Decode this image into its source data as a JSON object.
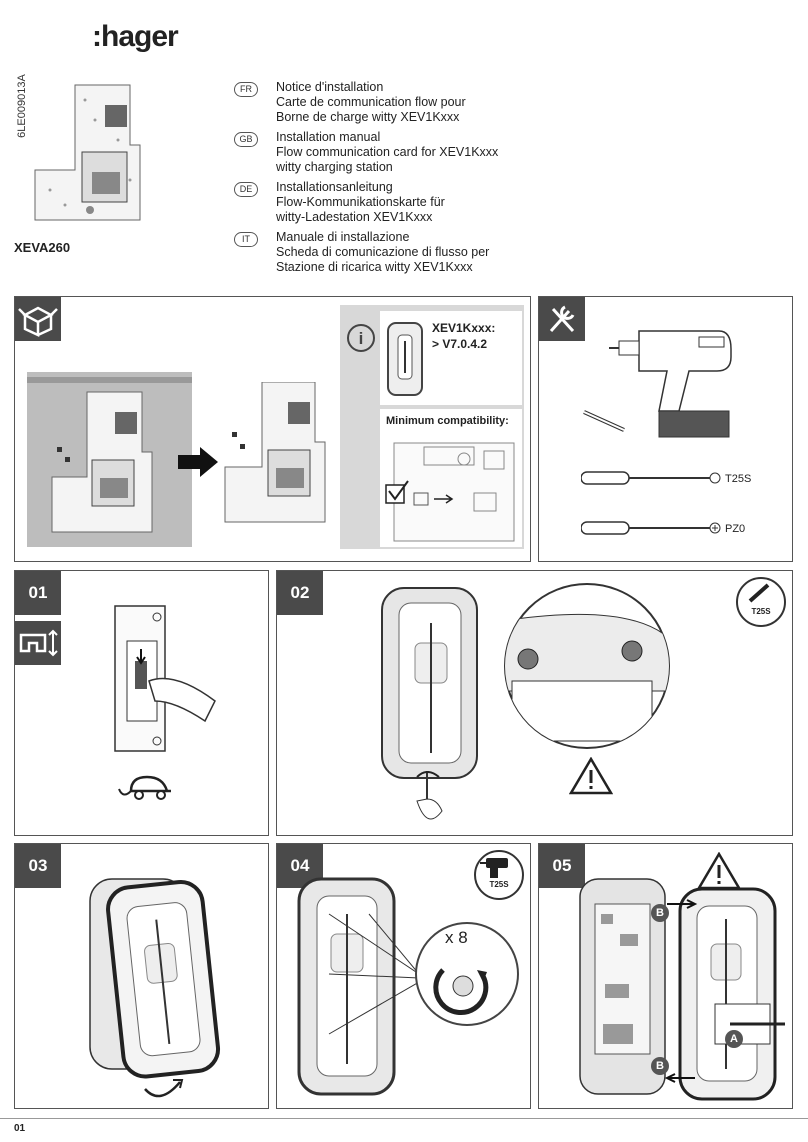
{
  "brand": {
    "logo": ":hager"
  },
  "document": {
    "id": "6LE009013A",
    "reference": "XEVA260",
    "page_number": "01"
  },
  "languages": [
    {
      "code": "FR",
      "lines": [
        "Notice d'installation",
        "Carte de communication flow pour",
        "Borne de charge witty XEV1Kxxx"
      ]
    },
    {
      "code": "GB",
      "lines": [
        "Installation manual",
        "Flow communication card for XEV1Kxxx",
        "witty charging station"
      ]
    },
    {
      "code": "DE",
      "lines": [
        "Installationsanleitung",
        "Flow-Kommunikationskarte für",
        "witty-Ladestation XEV1Kxxx"
      ]
    },
    {
      "code": "IT",
      "lines": [
        "Manuale di installazione",
        "Scheda di comunicazione di flusso per",
        "Stazione di ricarica witty XEV1Kxxx"
      ]
    }
  ],
  "info_panel": {
    "model": "XEV1Kxxx:",
    "version": "> V7.0.4.2",
    "compat_label": "Minimum compatibility:"
  },
  "tools": {
    "t25": "T25S",
    "pz": "PZ0"
  },
  "steps": {
    "s01": "01",
    "s02": "02",
    "s03": "03",
    "s04": "04",
    "s05": "05",
    "s02_tool": "T25S",
    "s04_tool": "T25S",
    "s04_count": "x 8",
    "s05_label_a": "A",
    "s05_label_b": "B"
  }
}
